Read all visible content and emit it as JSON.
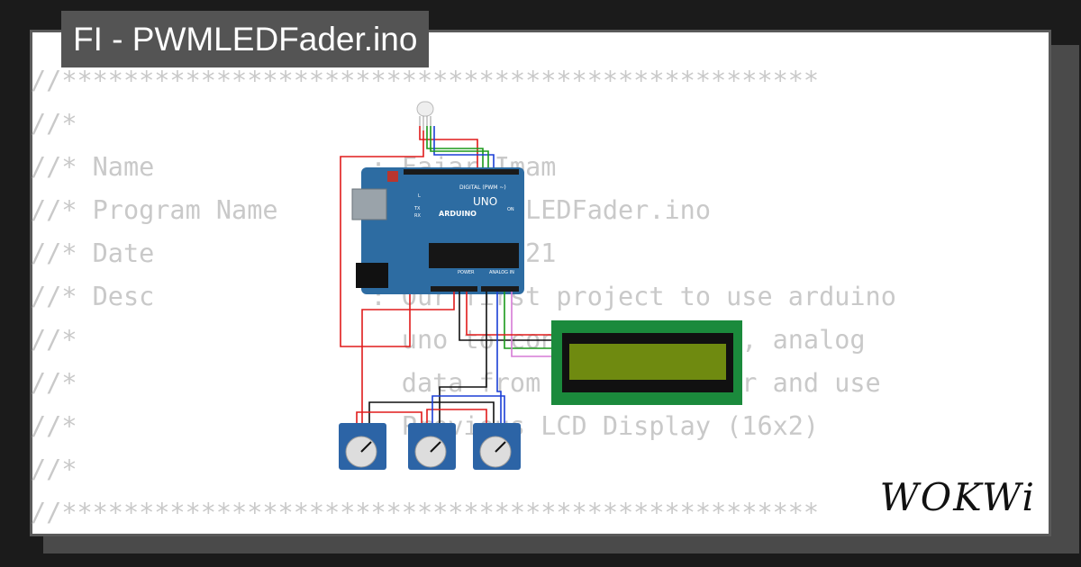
{
  "title": "FI - PWMLEDFader.ino",
  "code_lines": [
    "//*************************************************",
    "//*",
    "//* Name              : Fajar Imam",
    "//* Program Name      : FI - PWMLEDFader.ino",
    "//* Date              : 2021-03-21",
    "//* Desc              : Our first project to use arduino",
    "//*                     uno to control RGB LED, analog",
    "//*                     data from potentiometer and use",
    "//*                     Previous LCD Display (16x2)",
    "//*",
    "//*************************************************"
  ],
  "board": {
    "brand": "ARDUINO",
    "model": "UNO",
    "digital_label": "DIGITAL (PWM ~)",
    "power_label": "POWER",
    "analog_label": "ANALOG IN",
    "led_l": "L",
    "led_tx": "TX",
    "led_rx": "RX",
    "on_label": "ON"
  },
  "logo": "WOKWi",
  "colors": {
    "board": "#2d6ca2",
    "lcd_frame": "#1b8a3c",
    "lcd_screen": "#6f8a10",
    "pot_body": "#2c64a6",
    "wire_red": "#e01b1b",
    "wire_green": "#1a9a1a",
    "wire_blue": "#1b3fd6",
    "wire_black": "#111111"
  }
}
